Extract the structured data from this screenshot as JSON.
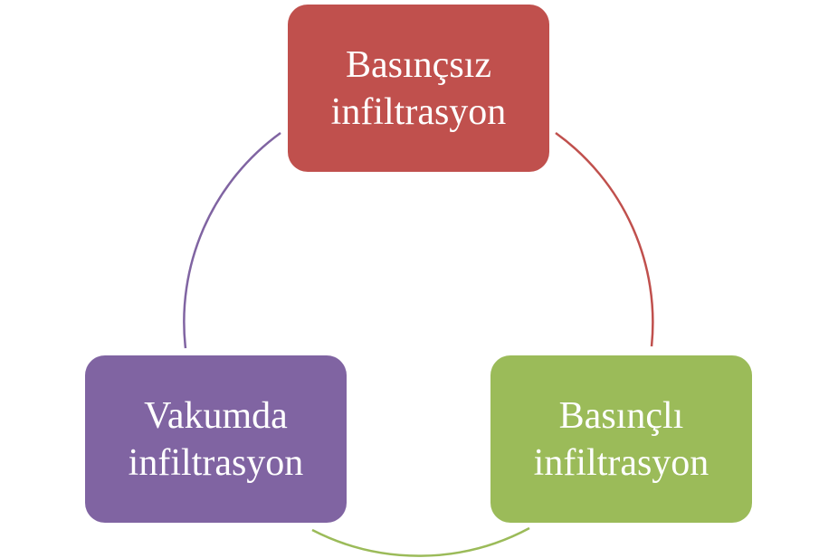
{
  "diagram": {
    "type": "cycle",
    "nodes": [
      {
        "line1": "Basınçsız",
        "line2": "infiltrasyon",
        "color": "#C0504D"
      },
      {
        "line1": "Basınçlı",
        "line2": "infiltrasyon",
        "color": "#9BBB59"
      },
      {
        "line1": "Vakumda",
        "line2": "infiltrasyon",
        "color": "#8064A2"
      }
    ]
  }
}
